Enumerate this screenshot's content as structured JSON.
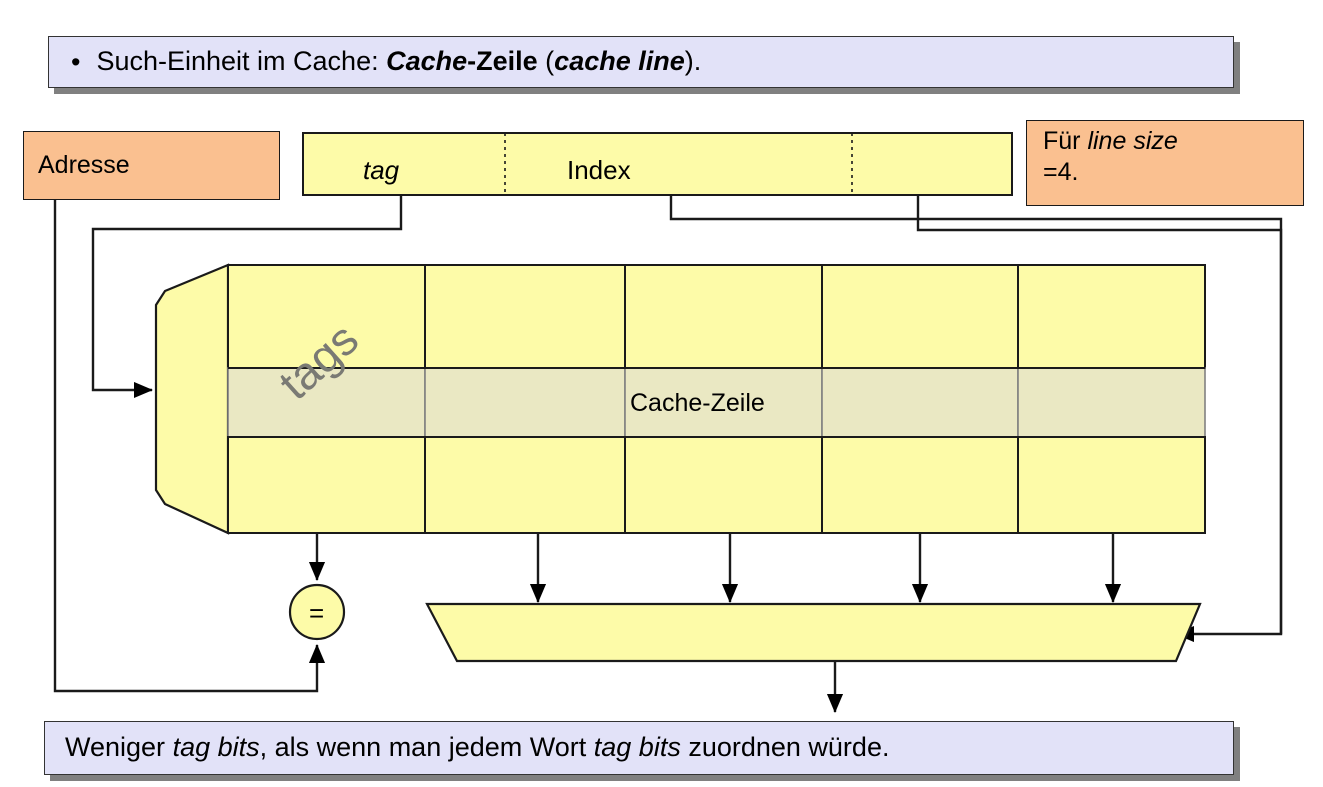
{
  "slide": {
    "title": {
      "bullet": "•",
      "parts": [
        {
          "text": "Such-Einheit im Cache: ",
          "style": "normal"
        },
        {
          "text": "Cache",
          "style": "bold-italic"
        },
        {
          "text": "-Zeile",
          "style": "bold"
        },
        {
          "text": " (",
          "style": "normal"
        },
        {
          "text": "cache line",
          "style": "bold-italic"
        },
        {
          "text": ").",
          "style": "normal"
        }
      ],
      "plain": "Such-Einheit im Cache: Cache-Zeile (cache line)."
    },
    "caption": {
      "parts": [
        {
          "text": "Weniger ",
          "style": "normal"
        },
        {
          "text": "tag bits",
          "style": "italic"
        },
        {
          "text": ", als wenn man jedem Wort ",
          "style": "normal"
        },
        {
          "text": "tag bits",
          "style": "italic"
        },
        {
          "text": " zuordnen würde.",
          "style": "normal"
        }
      ],
      "plain": "Weniger tag bits, als wenn man jedem Wort tag bits zuordnen würde."
    }
  },
  "notes": {
    "address_box": "Adresse",
    "line_size_box": {
      "line1_prefix": "Für ",
      "line1_italic": "line size",
      "line2": "=4.",
      "plain": "Für line size =4."
    }
  },
  "address_bar": {
    "fields": [
      {
        "label": "tag",
        "style": "italic"
      },
      {
        "label": "Index",
        "style": "normal"
      },
      {
        "label": "",
        "style": "normal"
      }
    ]
  },
  "cache": {
    "tags_label": "tags",
    "cache_line_label": "Cache-Zeile",
    "comparator_label": "=",
    "columns": 5,
    "rows": 3,
    "highlighted_row_index": 1,
    "mux_inputs": 4
  },
  "colors": {
    "banner_fill": "#e2e2f8",
    "banner_shadow": "#808080",
    "note_fill": "#fac090",
    "cell_fill": "#fdfba8",
    "cell_highlight_fill": "#eae8c3",
    "outline": "#1a1a1a",
    "inner_line": "#808080",
    "tags_text": "#7a7a74"
  }
}
